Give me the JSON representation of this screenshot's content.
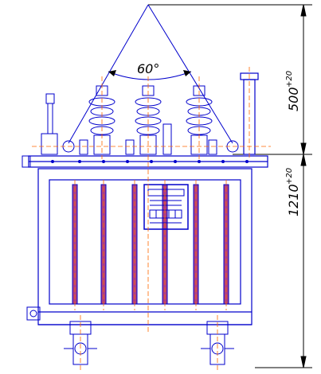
{
  "drawing": {
    "angle_label": "60°",
    "height_label": "1210",
    "height_tolerance": "+20",
    "top_label": "500",
    "top_tolerance": "+20"
  },
  "colors": {
    "outline": "#0000cc",
    "centerline": "#ff6600",
    "dimension": "#000000",
    "fin_fill": "#b04080"
  },
  "nameplate": {
    "present": true
  }
}
